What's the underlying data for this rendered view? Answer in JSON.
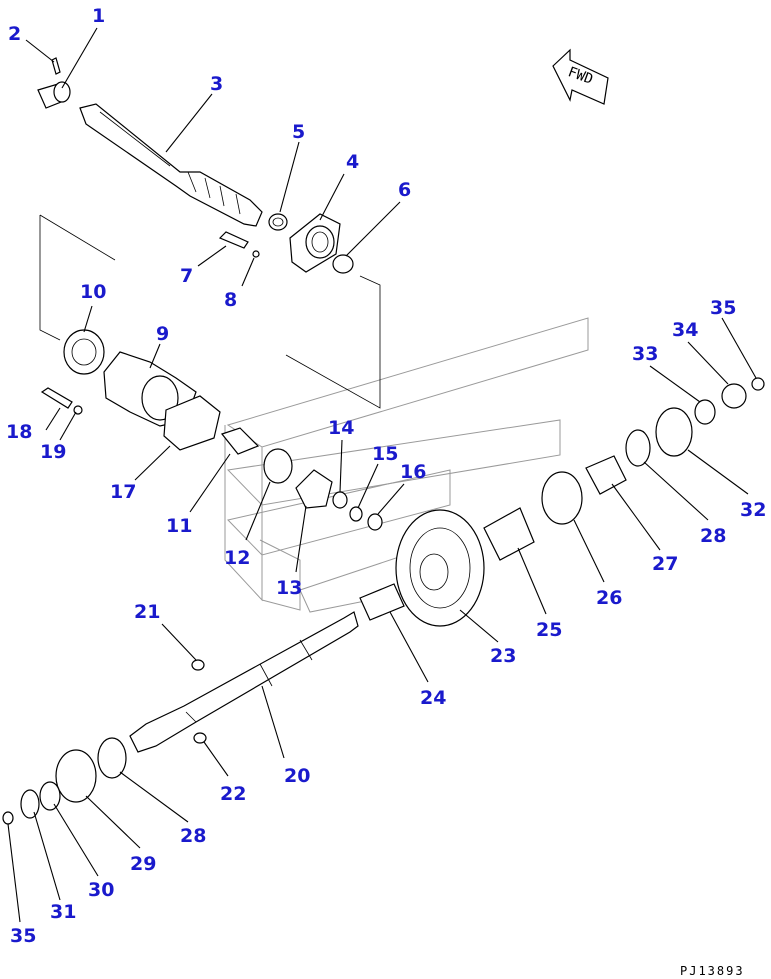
{
  "direction_label": "FWD",
  "drawing_ref": "PJ13893",
  "callouts": [
    "1",
    "2",
    "3",
    "4",
    "5",
    "6",
    "7",
    "8",
    "9",
    "10",
    "11",
    "12",
    "13",
    "14",
    "15",
    "16",
    "17",
    "18",
    "19",
    "20",
    "21",
    "22",
    "23",
    "24",
    "25",
    "26",
    "27",
    "28",
    "32",
    "33",
    "34",
    "35",
    "28",
    "29",
    "30",
    "31",
    "35"
  ]
}
